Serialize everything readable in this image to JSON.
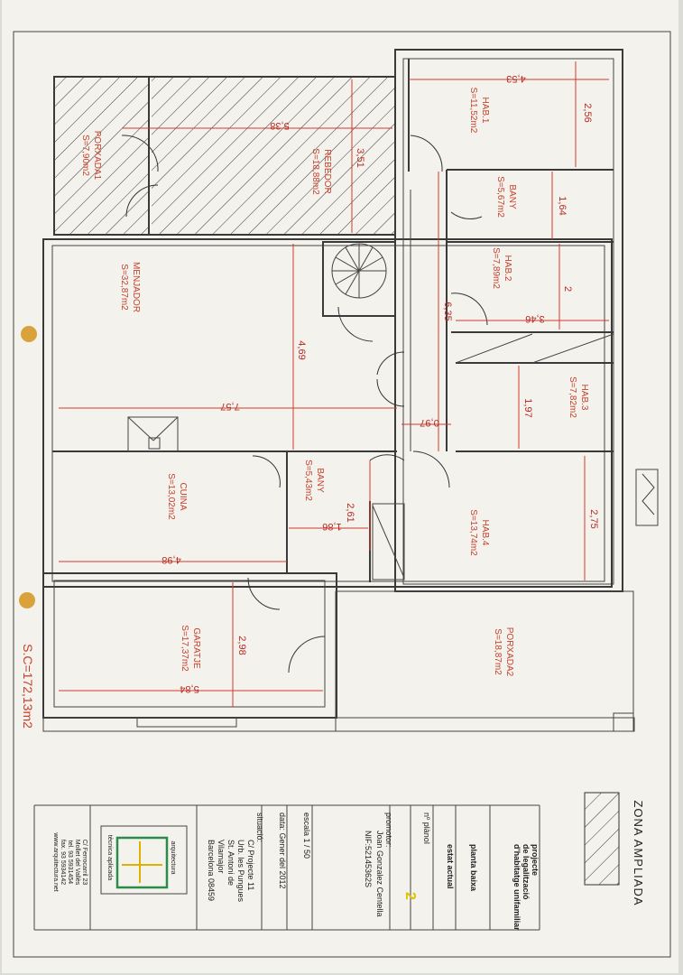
{
  "plan": {
    "rooms": {
      "hab1_name": "HAB.1",
      "hab1_area": "S=11,52m2",
      "bany1_name": "BANY",
      "bany1_area": "S=5,67m2",
      "hab2_name": "HAB.2",
      "hab2_area": "S=7,89m2",
      "hab3_name": "HAB.3",
      "hab3_area": "S=7,82m2",
      "hab4_name": "HAB.4",
      "hab4_area": "S=13,74m2",
      "rebedor_name": "REBEDOR",
      "rebedor_area": "S=18,88m2",
      "porxada1_name": "PORXADA1",
      "porxada1_area": "S=7,90m2",
      "menjador_name": "MENJADOR",
      "menjador_area": "S=32,87m2",
      "bany2_name": "BANY",
      "bany2_area": "S=5,43m2",
      "cuina_name": "CUINA",
      "cuina_area": "S=13,02m2",
      "garatje_name": "GARATJE",
      "garatje_area": "S=17,37m2",
      "porxada2_name": "PORXADA2",
      "porxada2_area": "S=18,87m2"
    },
    "dims": {
      "d453": "4,53",
      "d256": "2,56",
      "d538": "5,38",
      "d351": "3,51",
      "d164": "1,64",
      "d2": "2",
      "d346": "3,46",
      "d635": "6,35",
      "d469": "4,69",
      "d757": "7,57",
      "d097": "0,97",
      "d197": "1,97",
      "d261": "2,61",
      "d186": "1,86",
      "d275": "2,75",
      "d498": "4,98",
      "d298": "2,98",
      "d584": "5,84"
    },
    "total_area": "S.C=172,13m2"
  },
  "legend": {
    "title": "ZONA AMPLIADA"
  },
  "title_block": {
    "project_line1": "projecte",
    "project_line2": "de legalització",
    "project_line3": "d'habitatge unifamiliar",
    "plan_name": "planta baixa",
    "state": "estat actual",
    "plan_no_label": "nº plànol",
    "plan_no": "2",
    "promotor_label": "promotor:",
    "promotor_name": "Joan Gonzalez Centella",
    "promotor_nif": "NIF:52145362S",
    "scale": "escala 1 / 50",
    "date": "data: Gener del 2012",
    "situacio_label": "situació:",
    "address1": "C/ Projecte 11",
    "address2": "Urb. les Pungues",
    "address3": "St. Antoni de",
    "address4": "Vilamajor",
    "address5": "Barcelona 08459",
    "architect_line1": "C/ Ferrocarril 23",
    "architect_line2": "Mollet del Vallès",
    "architect_line3": "tel. 93 5931454",
    "architect_line4": "fax. 93 5934142",
    "architect_line5": "www.arquitectura.net",
    "logo_caption1": "arquitectura",
    "logo_caption2": "tècnica aplicada"
  }
}
